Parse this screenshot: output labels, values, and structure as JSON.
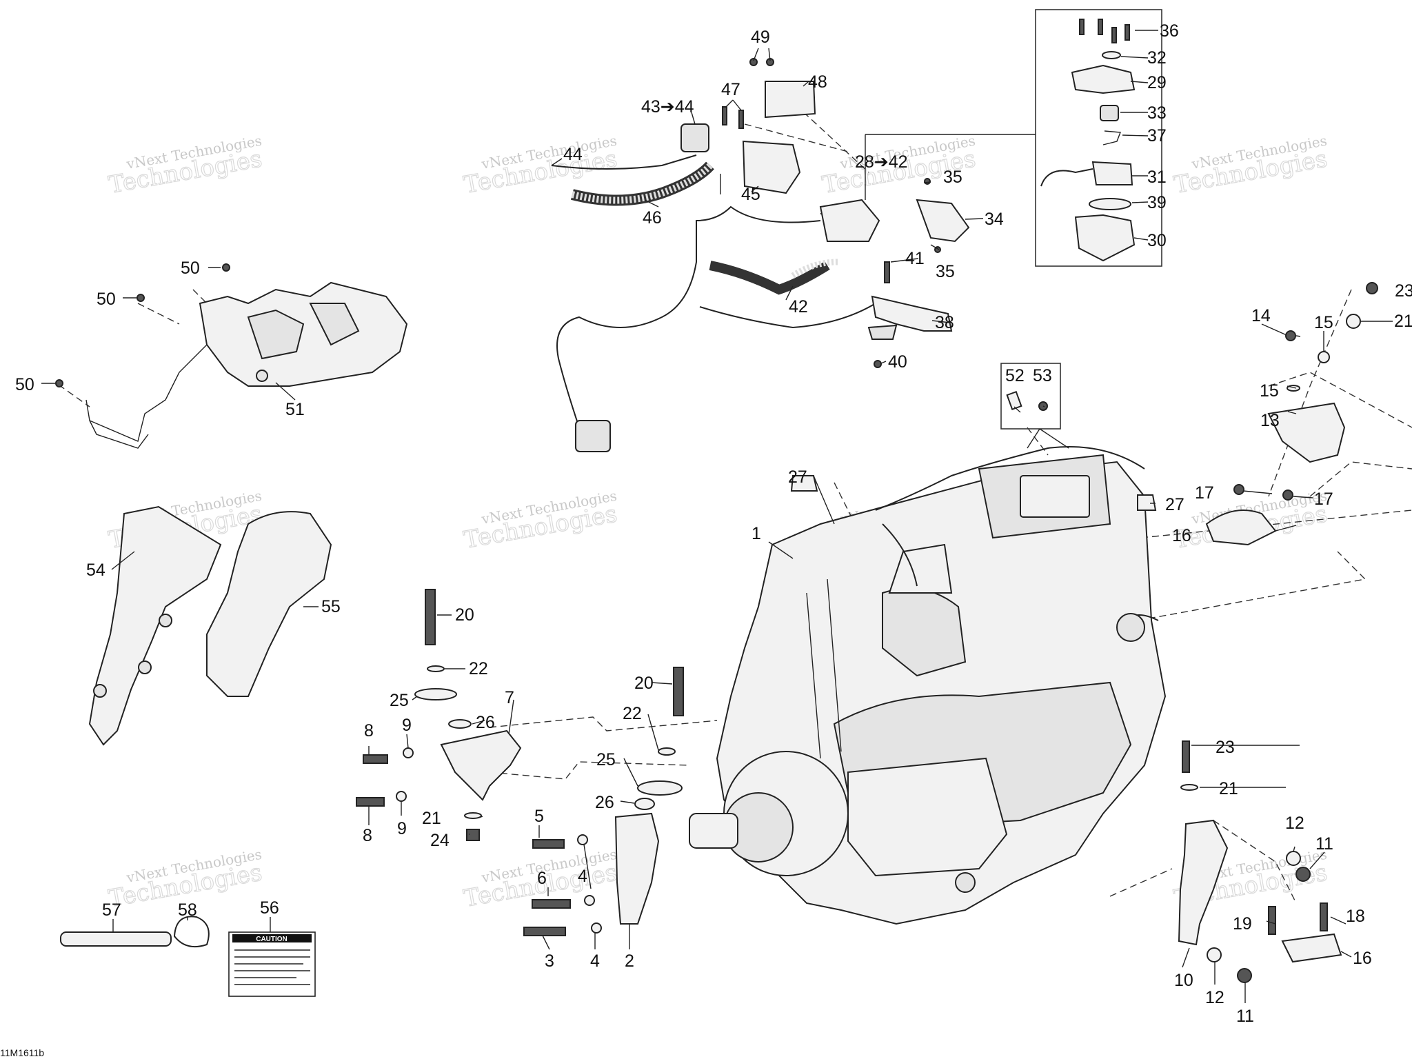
{
  "diagram": {
    "code": "11M1611b",
    "watermark_lines": [
      "vNext Technologies",
      "Technologies"
    ],
    "callouts": [
      {
        "id": "c1",
        "text": "1"
      },
      {
        "id": "c2",
        "text": "2"
      },
      {
        "id": "c3",
        "text": "3"
      },
      {
        "id": "c4a",
        "text": "4"
      },
      {
        "id": "c4b",
        "text": "4"
      },
      {
        "id": "c5",
        "text": "5"
      },
      {
        "id": "c6",
        "text": "6"
      },
      {
        "id": "c7",
        "text": "7"
      },
      {
        "id": "c8a",
        "text": "8"
      },
      {
        "id": "c8b",
        "text": "8"
      },
      {
        "id": "c9a",
        "text": "9"
      },
      {
        "id": "c9b",
        "text": "9"
      },
      {
        "id": "c10",
        "text": "10"
      },
      {
        "id": "c11a",
        "text": "11"
      },
      {
        "id": "c11b",
        "text": "11"
      },
      {
        "id": "c12a",
        "text": "12"
      },
      {
        "id": "c12b",
        "text": "12"
      },
      {
        "id": "c13",
        "text": "13"
      },
      {
        "id": "c14",
        "text": "14"
      },
      {
        "id": "c15a",
        "text": "15"
      },
      {
        "id": "c15b",
        "text": "15"
      },
      {
        "id": "c16a",
        "text": "16"
      },
      {
        "id": "c16b",
        "text": "16"
      },
      {
        "id": "c17a",
        "text": "17"
      },
      {
        "id": "c17b",
        "text": "17"
      },
      {
        "id": "c18",
        "text": "18"
      },
      {
        "id": "c19",
        "text": "19"
      },
      {
        "id": "c20a",
        "text": "20"
      },
      {
        "id": "c20b",
        "text": "20"
      },
      {
        "id": "c21a",
        "text": "21"
      },
      {
        "id": "c21b",
        "text": "21"
      },
      {
        "id": "c21c",
        "text": "21"
      },
      {
        "id": "c22a",
        "text": "22"
      },
      {
        "id": "c22b",
        "text": "22"
      },
      {
        "id": "c23a",
        "text": "23"
      },
      {
        "id": "c23b",
        "text": "23"
      },
      {
        "id": "c24",
        "text": "24"
      },
      {
        "id": "c25a",
        "text": "25"
      },
      {
        "id": "c25b",
        "text": "25"
      },
      {
        "id": "c26a",
        "text": "26"
      },
      {
        "id": "c26b",
        "text": "26"
      },
      {
        "id": "c27a",
        "text": "27"
      },
      {
        "id": "c27b",
        "text": "27"
      },
      {
        "id": "c28",
        "text": "28➔42"
      },
      {
        "id": "c29",
        "text": "29"
      },
      {
        "id": "c30",
        "text": "30"
      },
      {
        "id": "c31",
        "text": "31"
      },
      {
        "id": "c32",
        "text": "32"
      },
      {
        "id": "c33",
        "text": "33"
      },
      {
        "id": "c34",
        "text": "34"
      },
      {
        "id": "c35a",
        "text": "35"
      },
      {
        "id": "c35b",
        "text": "35"
      },
      {
        "id": "c36",
        "text": "36"
      },
      {
        "id": "c37",
        "text": "37"
      },
      {
        "id": "c38",
        "text": "38"
      },
      {
        "id": "c39",
        "text": "39"
      },
      {
        "id": "c40",
        "text": "40"
      },
      {
        "id": "c41",
        "text": "41"
      },
      {
        "id": "c42",
        "text": "42"
      },
      {
        "id": "c43",
        "text": "43➔44"
      },
      {
        "id": "c44",
        "text": "44"
      },
      {
        "id": "c45",
        "text": "45"
      },
      {
        "id": "c46",
        "text": "46"
      },
      {
        "id": "c47",
        "text": "47"
      },
      {
        "id": "c48",
        "text": "48"
      },
      {
        "id": "c49",
        "text": "49"
      },
      {
        "id": "c50a",
        "text": "50"
      },
      {
        "id": "c50b",
        "text": "50"
      },
      {
        "id": "c50c",
        "text": "50"
      },
      {
        "id": "c51",
        "text": "51"
      },
      {
        "id": "c52",
        "text": "52"
      },
      {
        "id": "c53",
        "text": "53"
      },
      {
        "id": "c54",
        "text": "54"
      },
      {
        "id": "c55",
        "text": "55"
      },
      {
        "id": "c56",
        "text": "56"
      },
      {
        "id": "c57",
        "text": "57"
      },
      {
        "id": "c58",
        "text": "58"
      }
    ],
    "decal": {
      "heading": "CAUTION"
    }
  }
}
